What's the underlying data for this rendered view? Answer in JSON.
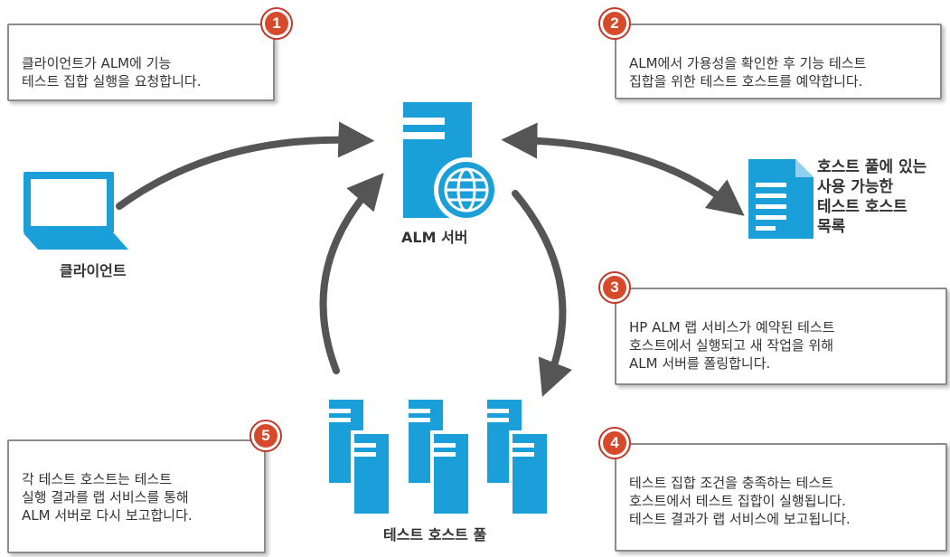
{
  "steps": [
    {
      "number": "1",
      "text": "클라이언트가 ALM에 기능\n테스트 집합 실행을 요청합니다."
    },
    {
      "number": "2",
      "text": "ALM에서 가용성을 확인한 후 기능 테스트\n집합을 위한 테스트 호스트를 예약합니다."
    },
    {
      "number": "3",
      "text": "HP ALM 랩 서비스가 예약된 테스트\n호스트에서 실행되고 새 작업을 위해\nALM 서버를 폴링합니다."
    },
    {
      "number": "4",
      "text": "테스트 집합 조건을 충족하는 테스트\n호스트에서 테스트 집합이 실행됩니다.\n테스트 결과가 랩 서비스에 보고됩니다."
    },
    {
      "number": "5",
      "text": "각 테스트 호스트는 테스트\n실행 결과를 랩 서비스를 통해\nALM 서버로 다시 보고합니다."
    }
  ],
  "nodes": {
    "client": "클라이언트",
    "alm_server": "ALM 서버",
    "host_pool": "테스트 호스트 풀",
    "host_list": "호스트 풀에 있는\n사용 가능한\n테스트 호스트\n목록"
  },
  "colors": {
    "icon_blue": "#1a9fd9",
    "arrow_gray": "#555555",
    "badge_red": "#d64a2b"
  }
}
